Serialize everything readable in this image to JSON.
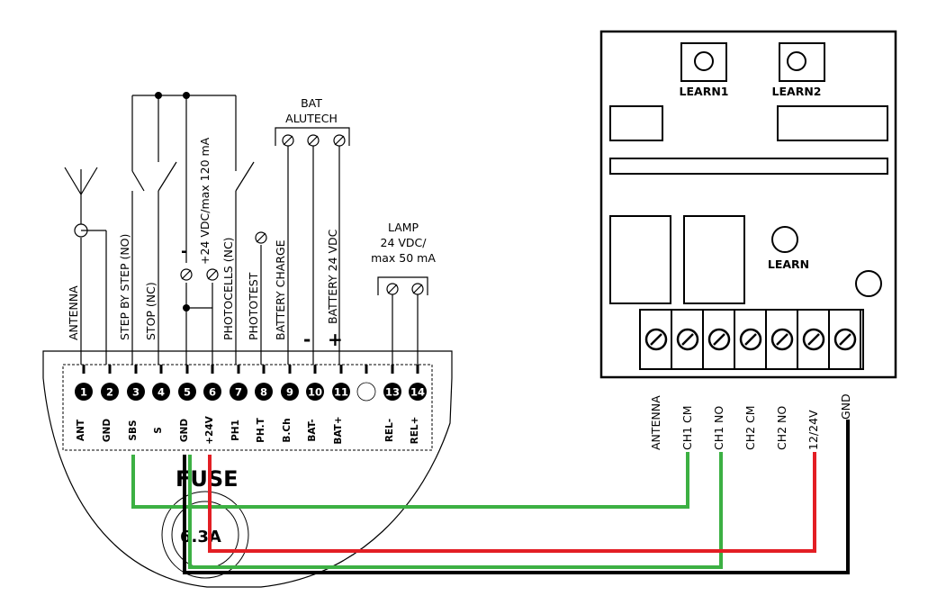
{
  "controller": {
    "top_labels": [
      "ANTENNA",
      "STEP BY STEP (NO)",
      "STOP (NC)",
      "+24 VDC/max 120 mA",
      "PHOTOCELLS (NC)",
      "PHOTOTEST",
      "BATTERY CHARGE",
      "BATTERY 24 VDC"
    ],
    "bat_alutech": [
      "BAT",
      "ALUTECH"
    ],
    "lamp": [
      "LAMP",
      "24 VDC/",
      "max 50 mA"
    ],
    "minus_sign": "-",
    "minus_sign_bat": "-",
    "plus_sign": "+",
    "terminal_numbers": [
      "1",
      "2",
      "3",
      "4",
      "5",
      "6",
      "7",
      "8",
      "9",
      "10",
      "11",
      "13",
      "14"
    ],
    "terminal_labels": [
      "ANT",
      "GND",
      "SBS",
      "S",
      "GND",
      "+24V",
      "PH1",
      "PH.T",
      "B.Ch",
      "BAT-",
      "BAT+",
      "REL-",
      "REL+"
    ],
    "fuse_label": "FUSE",
    "fuse_value": "6.3A"
  },
  "receiver": {
    "learn1": "LEARN1",
    "learn2": "LEARN2",
    "learn": "LEARN",
    "terminal_labels": [
      "ANTENNA",
      "CH1 CM",
      "CH1 NO",
      "CH2 CM",
      "CH2 NO",
      "12/24V",
      "GND"
    ]
  },
  "wire_colors": {
    "green": "#3cb043",
    "red": "#e31e24",
    "black": "#000000"
  }
}
